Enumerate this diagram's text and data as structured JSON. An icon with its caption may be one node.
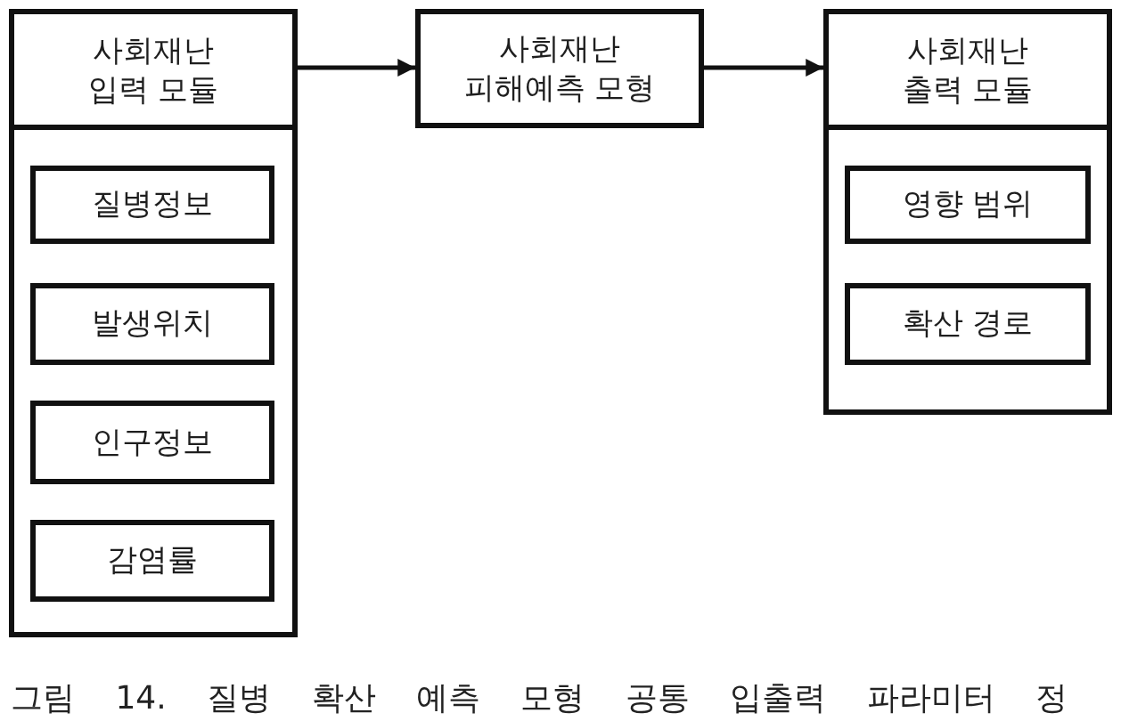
{
  "diagram": {
    "caption": "그림 14. 질병 확산 예측 모형 공통 입출력 파라미터 정",
    "nodes": [
      {
        "text": [
          "사회재난 입력 모듈"
        ]
      },
      {
        "text": [
          "질병정보"
        ],
        "in": 0
      },
      {
        "text": [
          "발생위치"
        ],
        "in": 0
      },
      {
        "text": [
          "인구정보"
        ],
        "in": 0
      },
      {
        "text": [
          "감염률"
        ],
        "in": 0
      },
      {
        "text": [
          "사회재난 피해예측 모형"
        ]
      },
      {
        "text": [
          "사회재난 출력 모듈"
        ]
      },
      {
        "text": [
          "영향 범위"
        ],
        "in": 6
      },
      {
        "text": [
          "확산 경로"
        ],
        "in": 6
      }
    ],
    "edges": [
      {
        "from": 0,
        "to": 5,
        "arrow": "to"
      },
      {
        "from": 5,
        "to": 6,
        "arrow": "to"
      }
    ]
  }
}
